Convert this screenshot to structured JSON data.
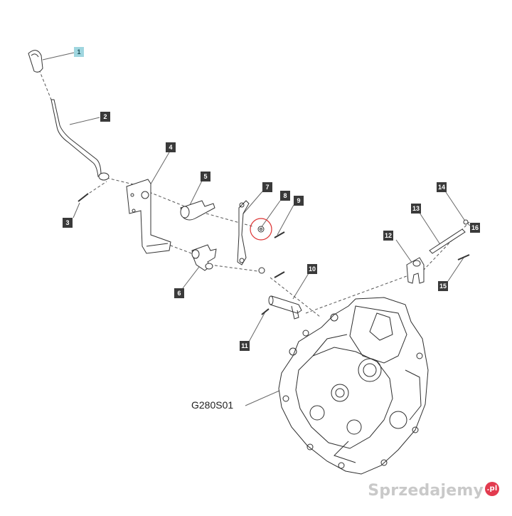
{
  "diagram": {
    "assembly_code": "G280S01",
    "highlight_color": "#9fd6df",
    "highlighted_part": "1",
    "circled_part": "8",
    "callouts": [
      {
        "id": "c1",
        "label": "1"
      },
      {
        "id": "c2",
        "label": "2"
      },
      {
        "id": "c3",
        "label": "3"
      },
      {
        "id": "c4",
        "label": "4"
      },
      {
        "id": "c5",
        "label": "5"
      },
      {
        "id": "c6",
        "label": "6"
      },
      {
        "id": "c7",
        "label": "7"
      },
      {
        "id": "c8",
        "label": "8"
      },
      {
        "id": "c9",
        "label": "9"
      },
      {
        "id": "c10",
        "label": "10"
      },
      {
        "id": "c11",
        "label": "11"
      },
      {
        "id": "c12",
        "label": "12"
      },
      {
        "id": "c13",
        "label": "13"
      },
      {
        "id": "c14",
        "label": "14"
      },
      {
        "id": "c15",
        "label": "15"
      },
      {
        "id": "c16",
        "label": "16"
      }
    ]
  },
  "watermark": {
    "text": "Sprzedajemy",
    "suffix": ".pl",
    "accent_color": "#e23b4f"
  }
}
